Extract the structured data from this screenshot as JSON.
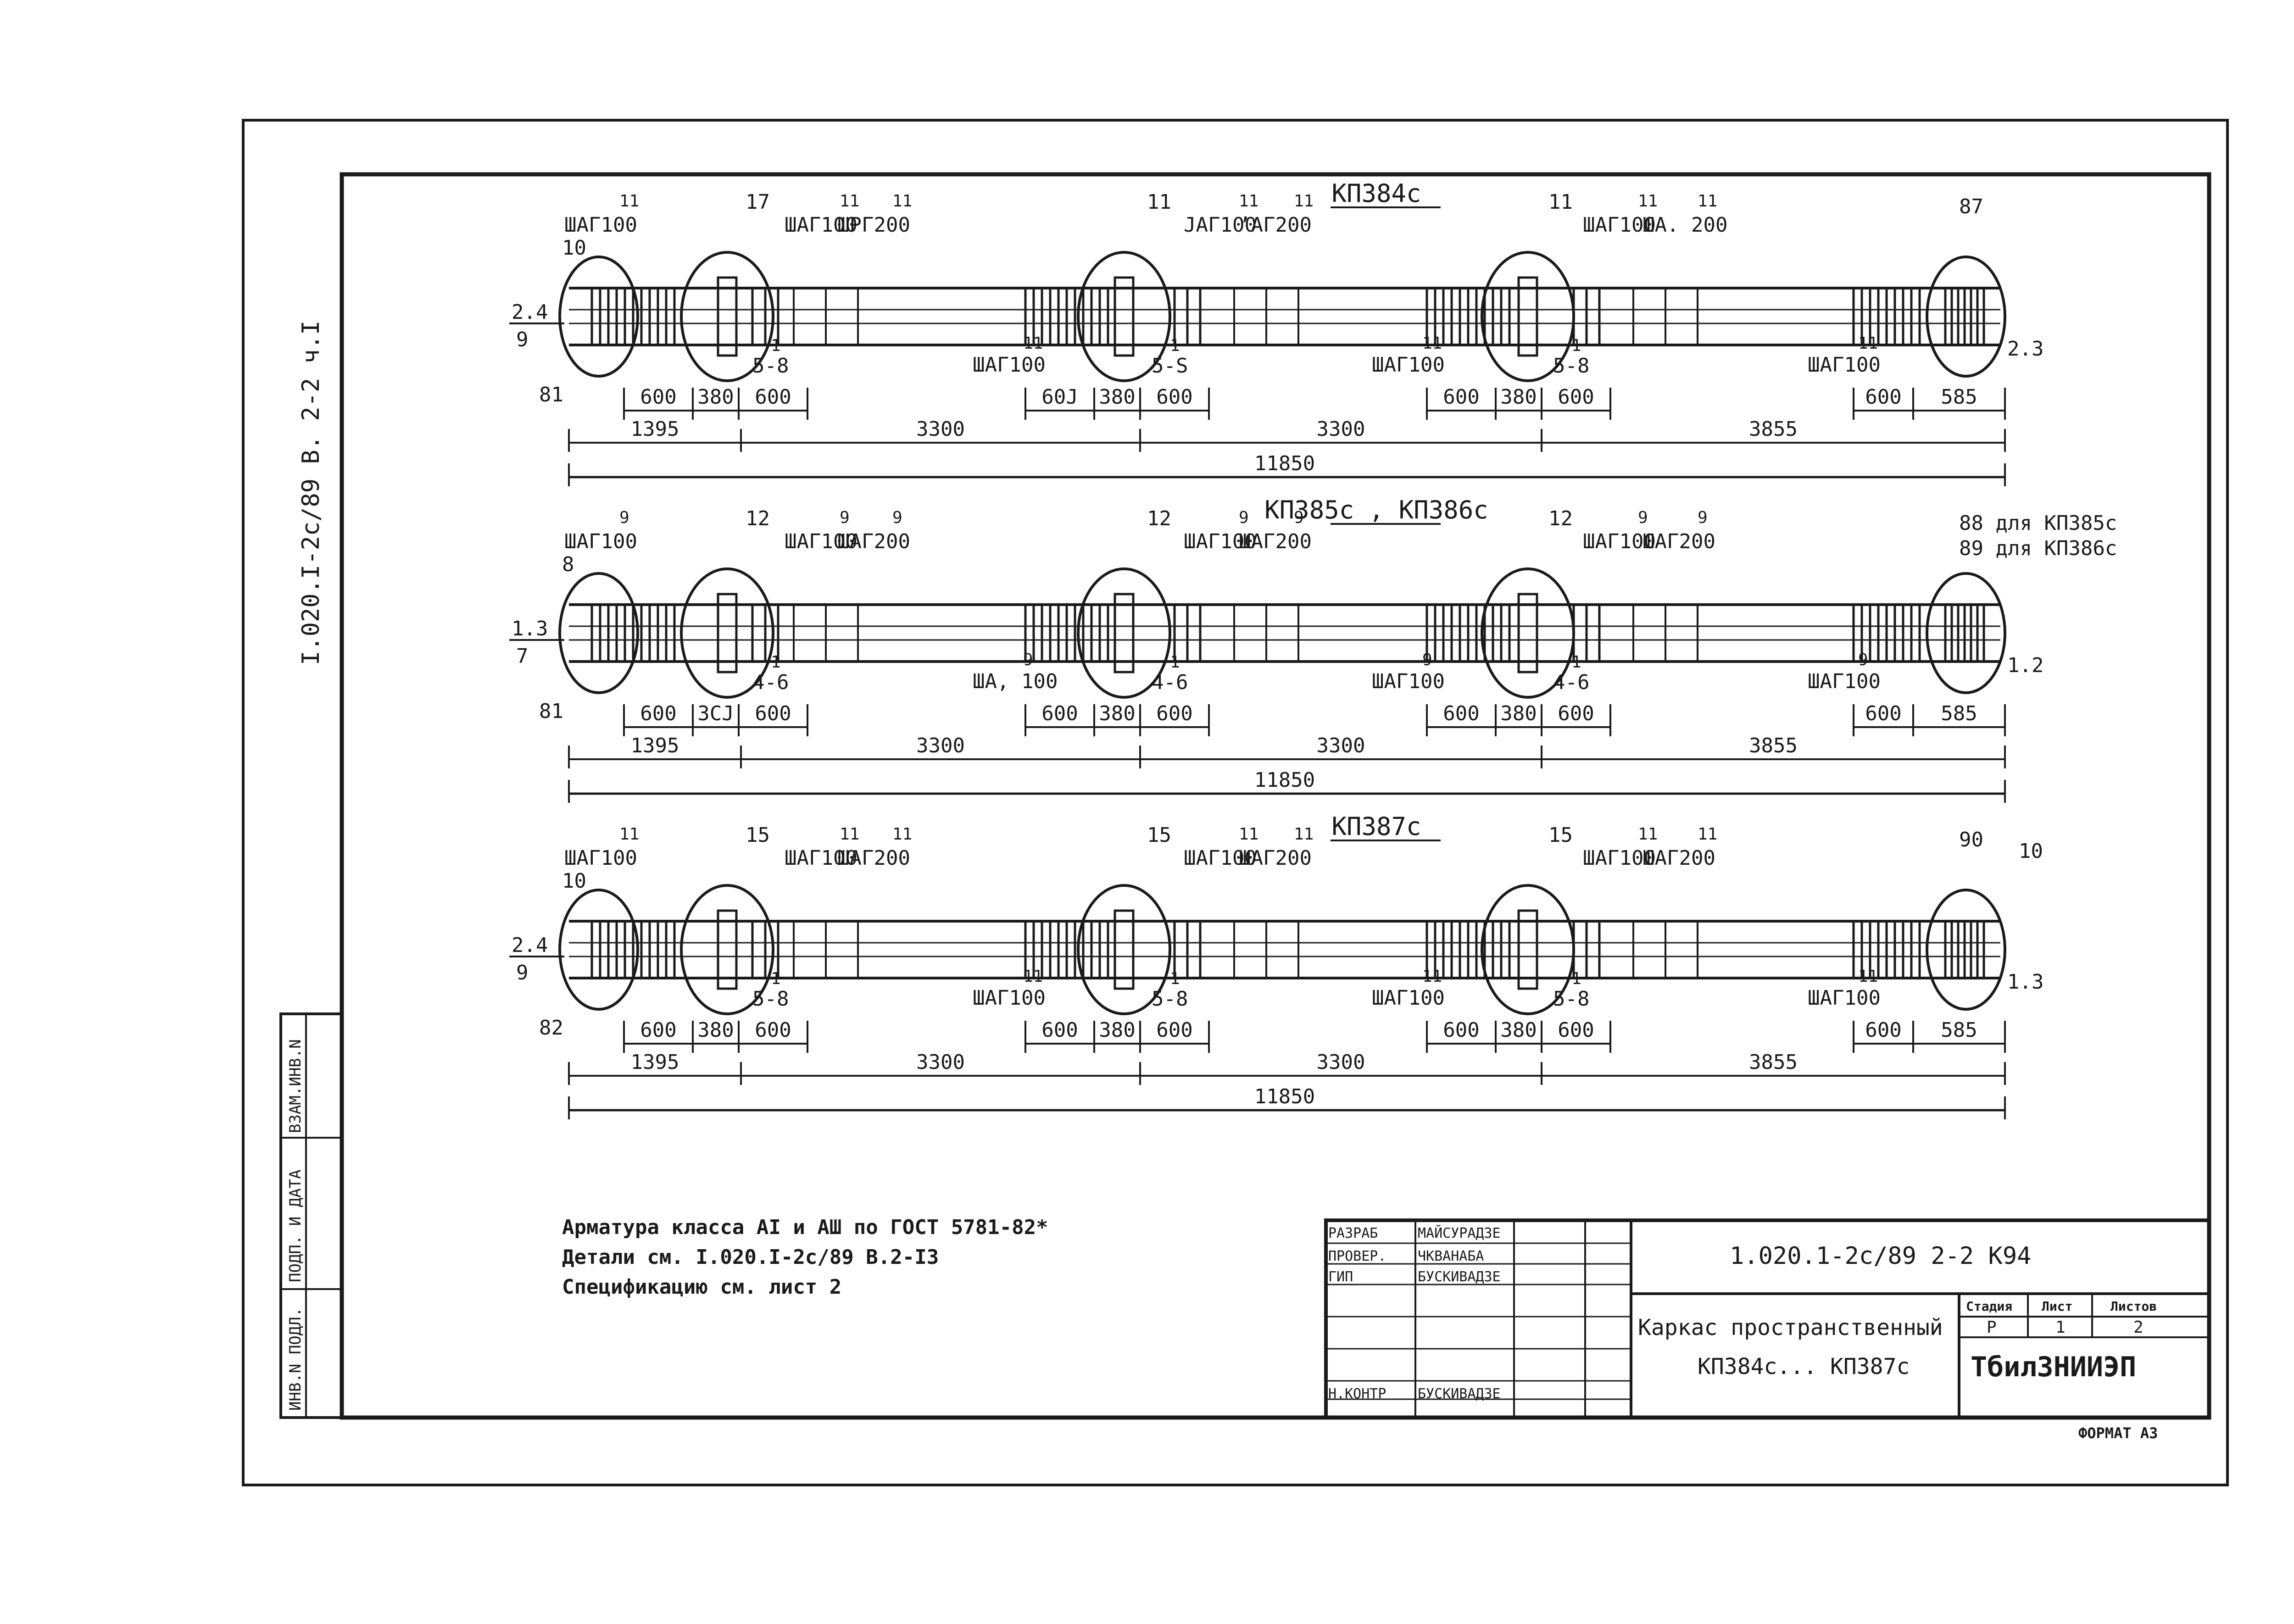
{
  "side_stamp": "I.020.I-2c/89 В. 2-2 ч.I",
  "left_strip": [
    "ИНВ.N ПОДЛ.",
    "ПОДП. И ДАТА",
    "ВЗАМ.ИНВ.N"
  ],
  "frames": [
    {
      "title": "КП384с",
      "left_end": {
        "top": "10",
        "mid_top": "2.4",
        "mid_bot": "9",
        "bottom": "81"
      },
      "right_end": {
        "label_top": "87",
        "label_side": "2.3",
        "label_top2": "",
        "label_top3": ""
      },
      "labels": {
        "a_num": "11",
        "a_txt": "ШАГ100",
        "b_num": "11",
        "b_txt": "ШАГ100",
        "c_num": "11",
        "c_txt": "ШРГ200",
        "s1_num": "1",
        "s1_txt": "5-8",
        "m_num": "11",
        "m_txt": "ЈАГ100",
        "m2_num": "11",
        "m2_txt": "ʼАГ200",
        "ml_num": "11",
        "ml_txt": "ШАГ100",
        "s2_num": "1",
        "s2_txt": "5-Ѕ",
        "r_num": "11",
        "r_txt": "ШАГ100",
        "r2_num": "11",
        "r2_txt": "ША. 200",
        "rl_num": "11",
        "rl_txt": "ШАГ100",
        "s3_num": "1",
        "s3_txt": "5-8",
        "e_num": "11",
        "e_txt": "ШАГ100",
        "joint1": "17",
        "joint2": "11",
        "joint3": "11"
      },
      "dims_small": [
        [
          "600",
          "380",
          "600"
        ],
        [
          "60Ј",
          "380",
          "600"
        ],
        [
          "600",
          "380",
          "600"
        ]
      ],
      "dims_end": [
        "600",
        "585"
      ],
      "dims_mid": [
        "1395",
        "3300",
        "3300",
        "3855"
      ],
      "dim_total": "11850"
    },
    {
      "title": "КП385с , КП386с",
      "left_end": {
        "top": "8",
        "mid_top": "1.3",
        "mid_bot": "7",
        "bottom": "81"
      },
      "right_end": {
        "label_top": "88 для КП385с",
        "label_side": "1.2",
        "label_top2": "89 для КП386с",
        "label_top3": ""
      },
      "labels": {
        "a_num": "9",
        "a_txt": "ШАГ100",
        "b_num": "9",
        "b_txt": "ШАГ100",
        "c_num": "9",
        "c_txt": "ШАГ200",
        "s1_num": "1",
        "s1_txt": "4-6",
        "m_num": "9",
        "m_txt": "ШАГ100",
        "m2_num": "9",
        "m2_txt": "ШАГ200",
        "ml_num": "9",
        "ml_txt": "ША, 100",
        "s2_num": "1",
        "s2_txt": "4-6",
        "r_num": "9",
        "r_txt": "ШАГ100",
        "r2_num": "9",
        "r2_txt": "ШАГ200",
        "rl_num": "9",
        "rl_txt": "ШАГ100",
        "s3_num": "1",
        "s3_txt": "4-6",
        "e_num": "9",
        "e_txt": "ШАГ100",
        "joint1": "12",
        "joint2": "12",
        "joint3": "12"
      },
      "dims_small": [
        [
          "600",
          "3CJ",
          "600"
        ],
        [
          "600",
          "380",
          "600"
        ],
        [
          "600",
          "380",
          "600"
        ]
      ],
      "dims_end": [
        "600",
        "585"
      ],
      "dims_mid": [
        "1395",
        "3300",
        "3300",
        "3855"
      ],
      "dim_total": "11850"
    },
    {
      "title": "КП387с",
      "left_end": {
        "top": "10",
        "mid_top": "2.4",
        "mid_bot": "9",
        "bottom": "82"
      },
      "right_end": {
        "label_top": "90",
        "label_side": "1.3",
        "label_top2": "",
        "label_top3": "10"
      },
      "labels": {
        "a_num": "11",
        "a_txt": "ШАГ100",
        "b_num": "11",
        "b_txt": "ШАГ100",
        "c_num": "11",
        "c_txt": "ШАГ200",
        "s1_num": "1",
        "s1_txt": "5-8",
        "m_num": "11",
        "m_txt": "ШАГ100",
        "m2_num": "11",
        "m2_txt": "ШАГ200",
        "ml_num": "11",
        "ml_txt": "ШАГ100",
        "s2_num": "1",
        "s2_txt": "5-8",
        "r_num": "11",
        "r_txt": "ШАГ100",
        "r2_num": "11",
        "r2_txt": "ШАГ200",
        "rl_num": "11",
        "rl_txt": "ШАГ100",
        "s3_num": "1",
        "s3_txt": "5-8",
        "e_num": "11",
        "e_txt": "ШАГ100",
        "joint1": "15",
        "joint2": "15",
        "joint3": "15"
      },
      "dims_small": [
        [
          "600",
          "380",
          "600"
        ],
        [
          "600",
          "380",
          "600"
        ],
        [
          "600",
          "380",
          "600"
        ]
      ],
      "dims_end": [
        "600",
        "585"
      ],
      "dims_mid": [
        "1395",
        "3300",
        "3300",
        "3855"
      ],
      "dim_total": "11850"
    }
  ],
  "notes": [
    "Арматура класса АI и АШ по ГОСТ 5781-82*",
    "Детали см. I.020.I-2с/89 В.2-I3",
    "Спецификацию см. лист 2"
  ],
  "title_block": {
    "roles": [
      "РАЗРАБ",
      "ПРОВЕР.",
      "ГИП",
      "",
      "",
      "Н.КОНТР"
    ],
    "names": [
      "МАЙСУРАДЗЕ",
      "ЧКВАНАБА",
      "БУСКИВАДЗЕ",
      "",
      "",
      "БУСКИВАДЗЕ"
    ],
    "doc_code": "1.020.1-2с/89  2-2  К94",
    "title_line1": "Каркас пространственный",
    "title_line2": "КП384с... КП387с",
    "stage_head": "Стадия",
    "sheet_head": "Лист",
    "sheets_head": "Листов",
    "stage": "Р",
    "sheet": "1",
    "sheets": "2",
    "org": "ТбилЗНИИЭП",
    "format": "ФОРМАТ А3"
  }
}
